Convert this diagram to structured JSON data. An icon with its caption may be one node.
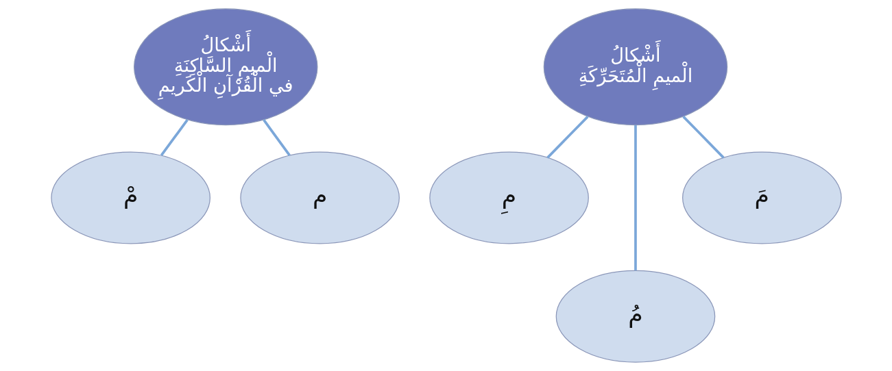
{
  "diagram": {
    "nodes": [
      {
        "text": [
          "أَشْكالُ الْميمِ الْمُتَحَرِّكَةِ"
        ]
      },
      {
        "text": [
          "مَ"
        ]
      },
      {
        "text": [
          "مُ"
        ]
      },
      {
        "text": [
          "مِ"
        ]
      },
      {
        "text": [
          "أَشْكالُ الْميمِ السَّاكِنَةِ في الْقُرْآنِ الْكَريمِ"
        ]
      },
      {
        "text": [
          "م"
        ]
      },
      {
        "text": [
          "مْ"
        ]
      }
    ],
    "edges": [
      {
        "from": 0,
        "to": 1,
        "arrow": "none"
      },
      {
        "from": 0,
        "to": 2,
        "arrow": "none"
      },
      {
        "from": 0,
        "to": 3,
        "arrow": "none"
      },
      {
        "from": 4,
        "to": 5,
        "arrow": "none"
      },
      {
        "from": 4,
        "to": 6,
        "arrow": "none"
      }
    ]
  }
}
